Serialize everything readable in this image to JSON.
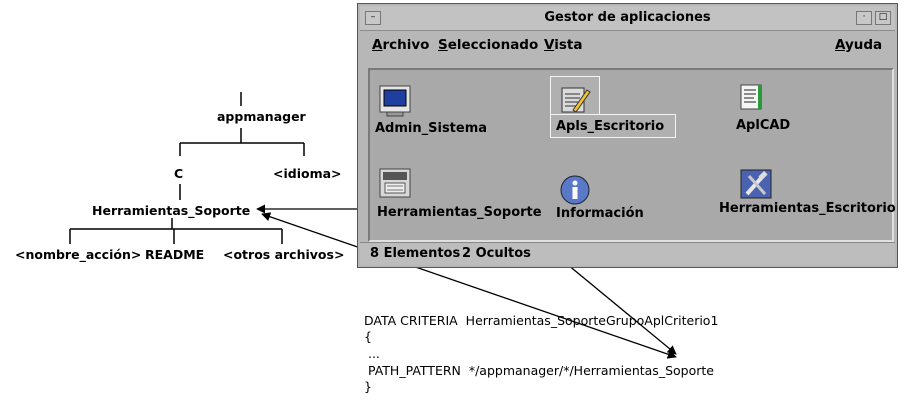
{
  "tree": {
    "root": "appmanager",
    "lang_dir": "C",
    "lang_placeholder": "<idioma>",
    "group": "Herramientas_Soporte",
    "action_file": "<nombre_acción>",
    "readme": "README",
    "other_files": "<otros archivos>"
  },
  "window": {
    "title": "Gestor de aplicaciones",
    "menu": [
      "Archivo",
      "Seleccionado",
      "Vista",
      "Ayuda"
    ],
    "icons": [
      {
        "label": "Admin_Sistema",
        "icon": "monitor-icon"
      },
      {
        "label": "Apls_Escritorio",
        "icon": "notepad-pencil-icon"
      },
      {
        "label": "AplCAD",
        "icon": "cad-document-icon"
      },
      {
        "label": "Herramientas_Soporte",
        "icon": "tools-folder-icon"
      },
      {
        "label": "Información",
        "icon": "info-icon"
      },
      {
        "label": "Herramientas_Escritorio",
        "icon": "hammer-wrench-icon"
      }
    ],
    "status_count": "8 Elementos",
    "status_hidden": "2 Ocultos"
  },
  "code": {
    "line1": "DATA CRITERIA  Herramientas_SoporteGrupoAplCriterio1",
    "line2": "{",
    "line3": " ...",
    "line4": " PATH_PATTERN  */appmanager/*/Herramientas_Soporte",
    "line5": "}"
  }
}
